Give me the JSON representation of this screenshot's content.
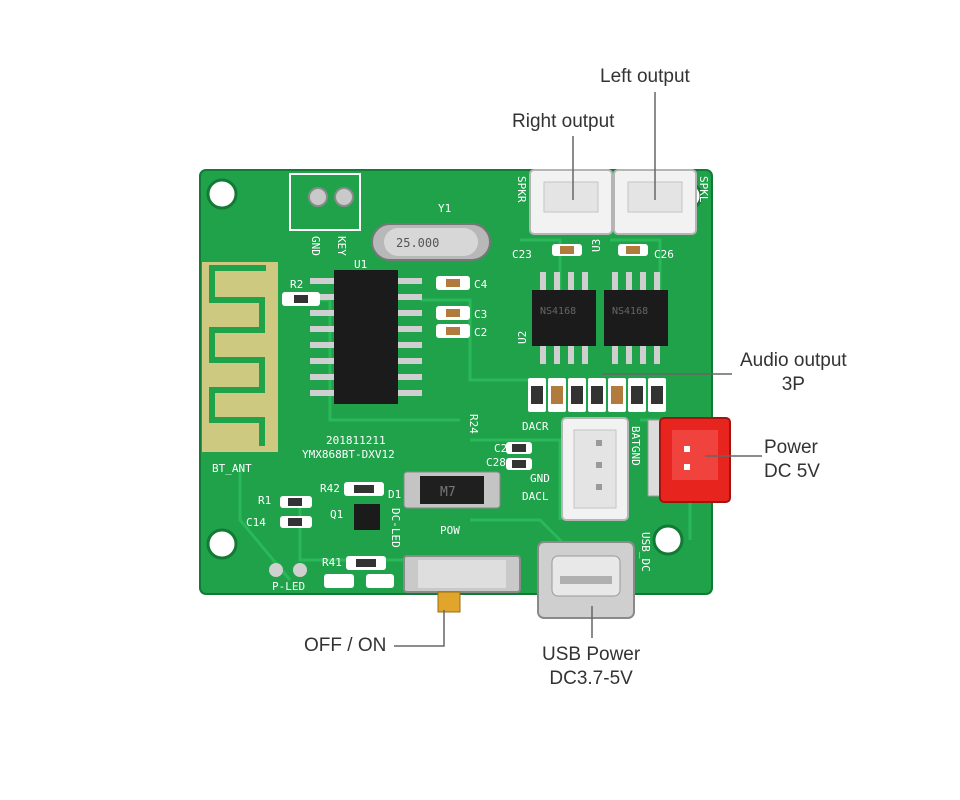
{
  "callouts": {
    "left_output": "Left output",
    "right_output": "Right output",
    "audio_output": [
      "Audio output",
      "3P"
    ],
    "power": [
      "Power",
      "DC 5V"
    ],
    "usb_power": [
      "USB Power",
      "DC3.7-5V"
    ],
    "off_on": "OFF / ON"
  },
  "board": {
    "silkscreen": {
      "date": "201811211",
      "model": "YMX868BT-DXV12",
      "bt_ant": "BT_ANT",
      "crystal_label": "Y1",
      "crystal_value": "25.000",
      "spkr": "SPKR",
      "spkl": "SPKL",
      "gnd": "GND",
      "key": "KEY",
      "u1": "U1",
      "u2": "U2",
      "u3": "U3",
      "r2": "R2",
      "c4": "C4",
      "c3": "C3",
      "c2": "C2",
      "c23": "C23",
      "c26": "C26",
      "dacr": "DACR",
      "dacl": "DACL",
      "gnd2": "GND",
      "batgnd": "BATGND",
      "r24": "R24",
      "c27": "C27",
      "c28": "C28",
      "r1": "R1",
      "c14": "C14",
      "r42": "R42",
      "d1": "D1",
      "q1": "Q1",
      "dc_led": "DC-LED",
      "pow": "POW",
      "r41": "R41",
      "p_led": "P-LED",
      "usb_dc": "USB_DC",
      "diode_mark": "M7",
      "amp_chip": "NS4168"
    }
  },
  "colors": {
    "pcb": "#1fa24a",
    "pcb_dark": "#157a37",
    "antenna_gold": "#d9c27a",
    "connector_white": "#f2f2f2",
    "power_connector": "#e8241f",
    "callout_line": "#666666"
  }
}
